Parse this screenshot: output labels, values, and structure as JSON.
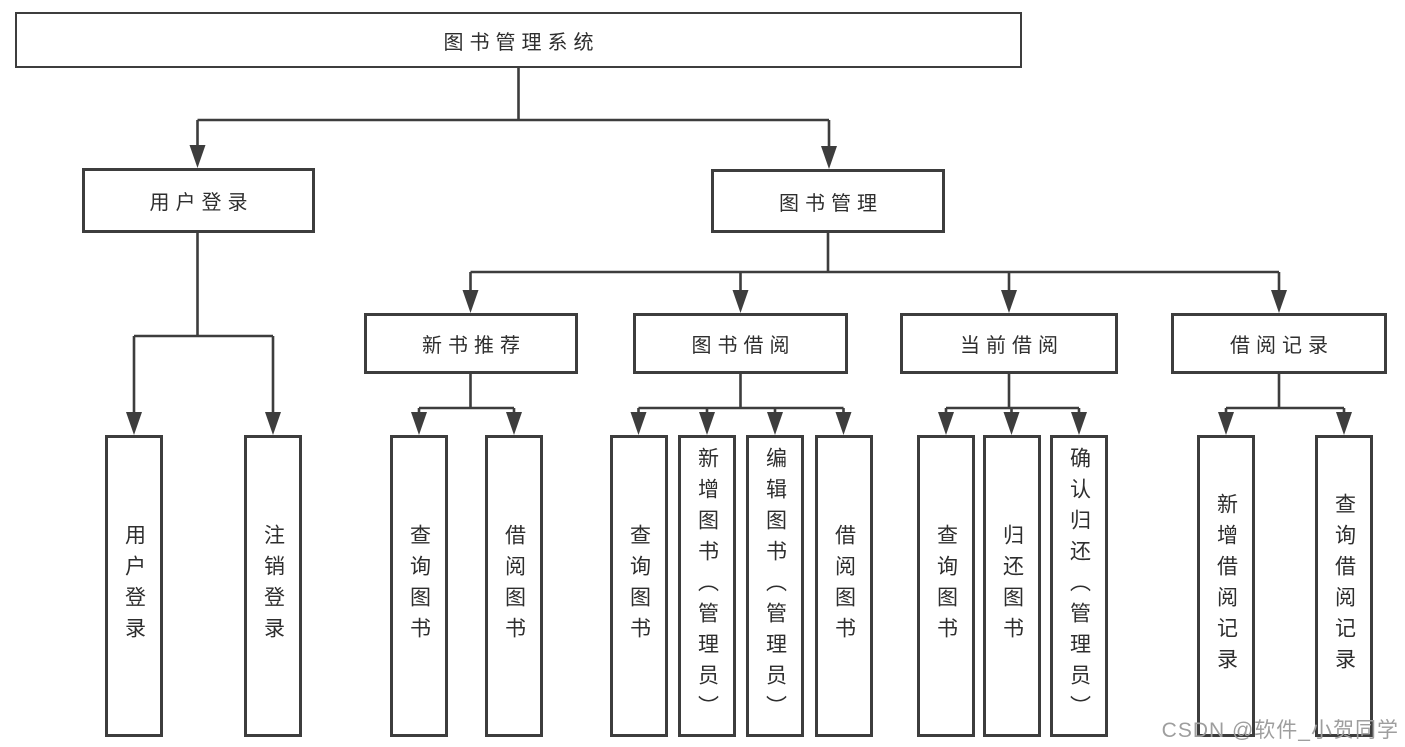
{
  "tree": {
    "root": {
      "label": "图书管理系统"
    },
    "user_branch": {
      "label": "用户登录",
      "children": [
        {
          "label": "用户登录"
        },
        {
          "label": "注销登录"
        }
      ]
    },
    "mgmt_branch": {
      "label": "图书管理",
      "groups": [
        {
          "label": "新书推荐",
          "children": [
            {
              "label": "查询图书"
            },
            {
              "label": "借阅图书"
            }
          ]
        },
        {
          "label": "图书借阅",
          "children": [
            {
              "label": "查询图书"
            },
            {
              "label": "新增图书（管理员）"
            },
            {
              "label": "编辑图书（管理员）"
            },
            {
              "label": "借阅图书"
            }
          ]
        },
        {
          "label": "当前借阅",
          "children": [
            {
              "label": "查询图书"
            },
            {
              "label": "归还图书"
            },
            {
              "label": "确认归还（管理员）"
            }
          ]
        },
        {
          "label": "借阅记录",
          "children": [
            {
              "label": "新增借阅记录"
            },
            {
              "label": "查询借阅记录"
            }
          ]
        }
      ]
    }
  },
  "watermark": {
    "text": "CSDN @软件_小贺同学",
    "color": "#9e9e9e"
  },
  "colors": {
    "line": "#3d3d3d",
    "box_border": "#3d3d3d",
    "text": "#2e2e2e",
    "background": "#ffffff"
  }
}
